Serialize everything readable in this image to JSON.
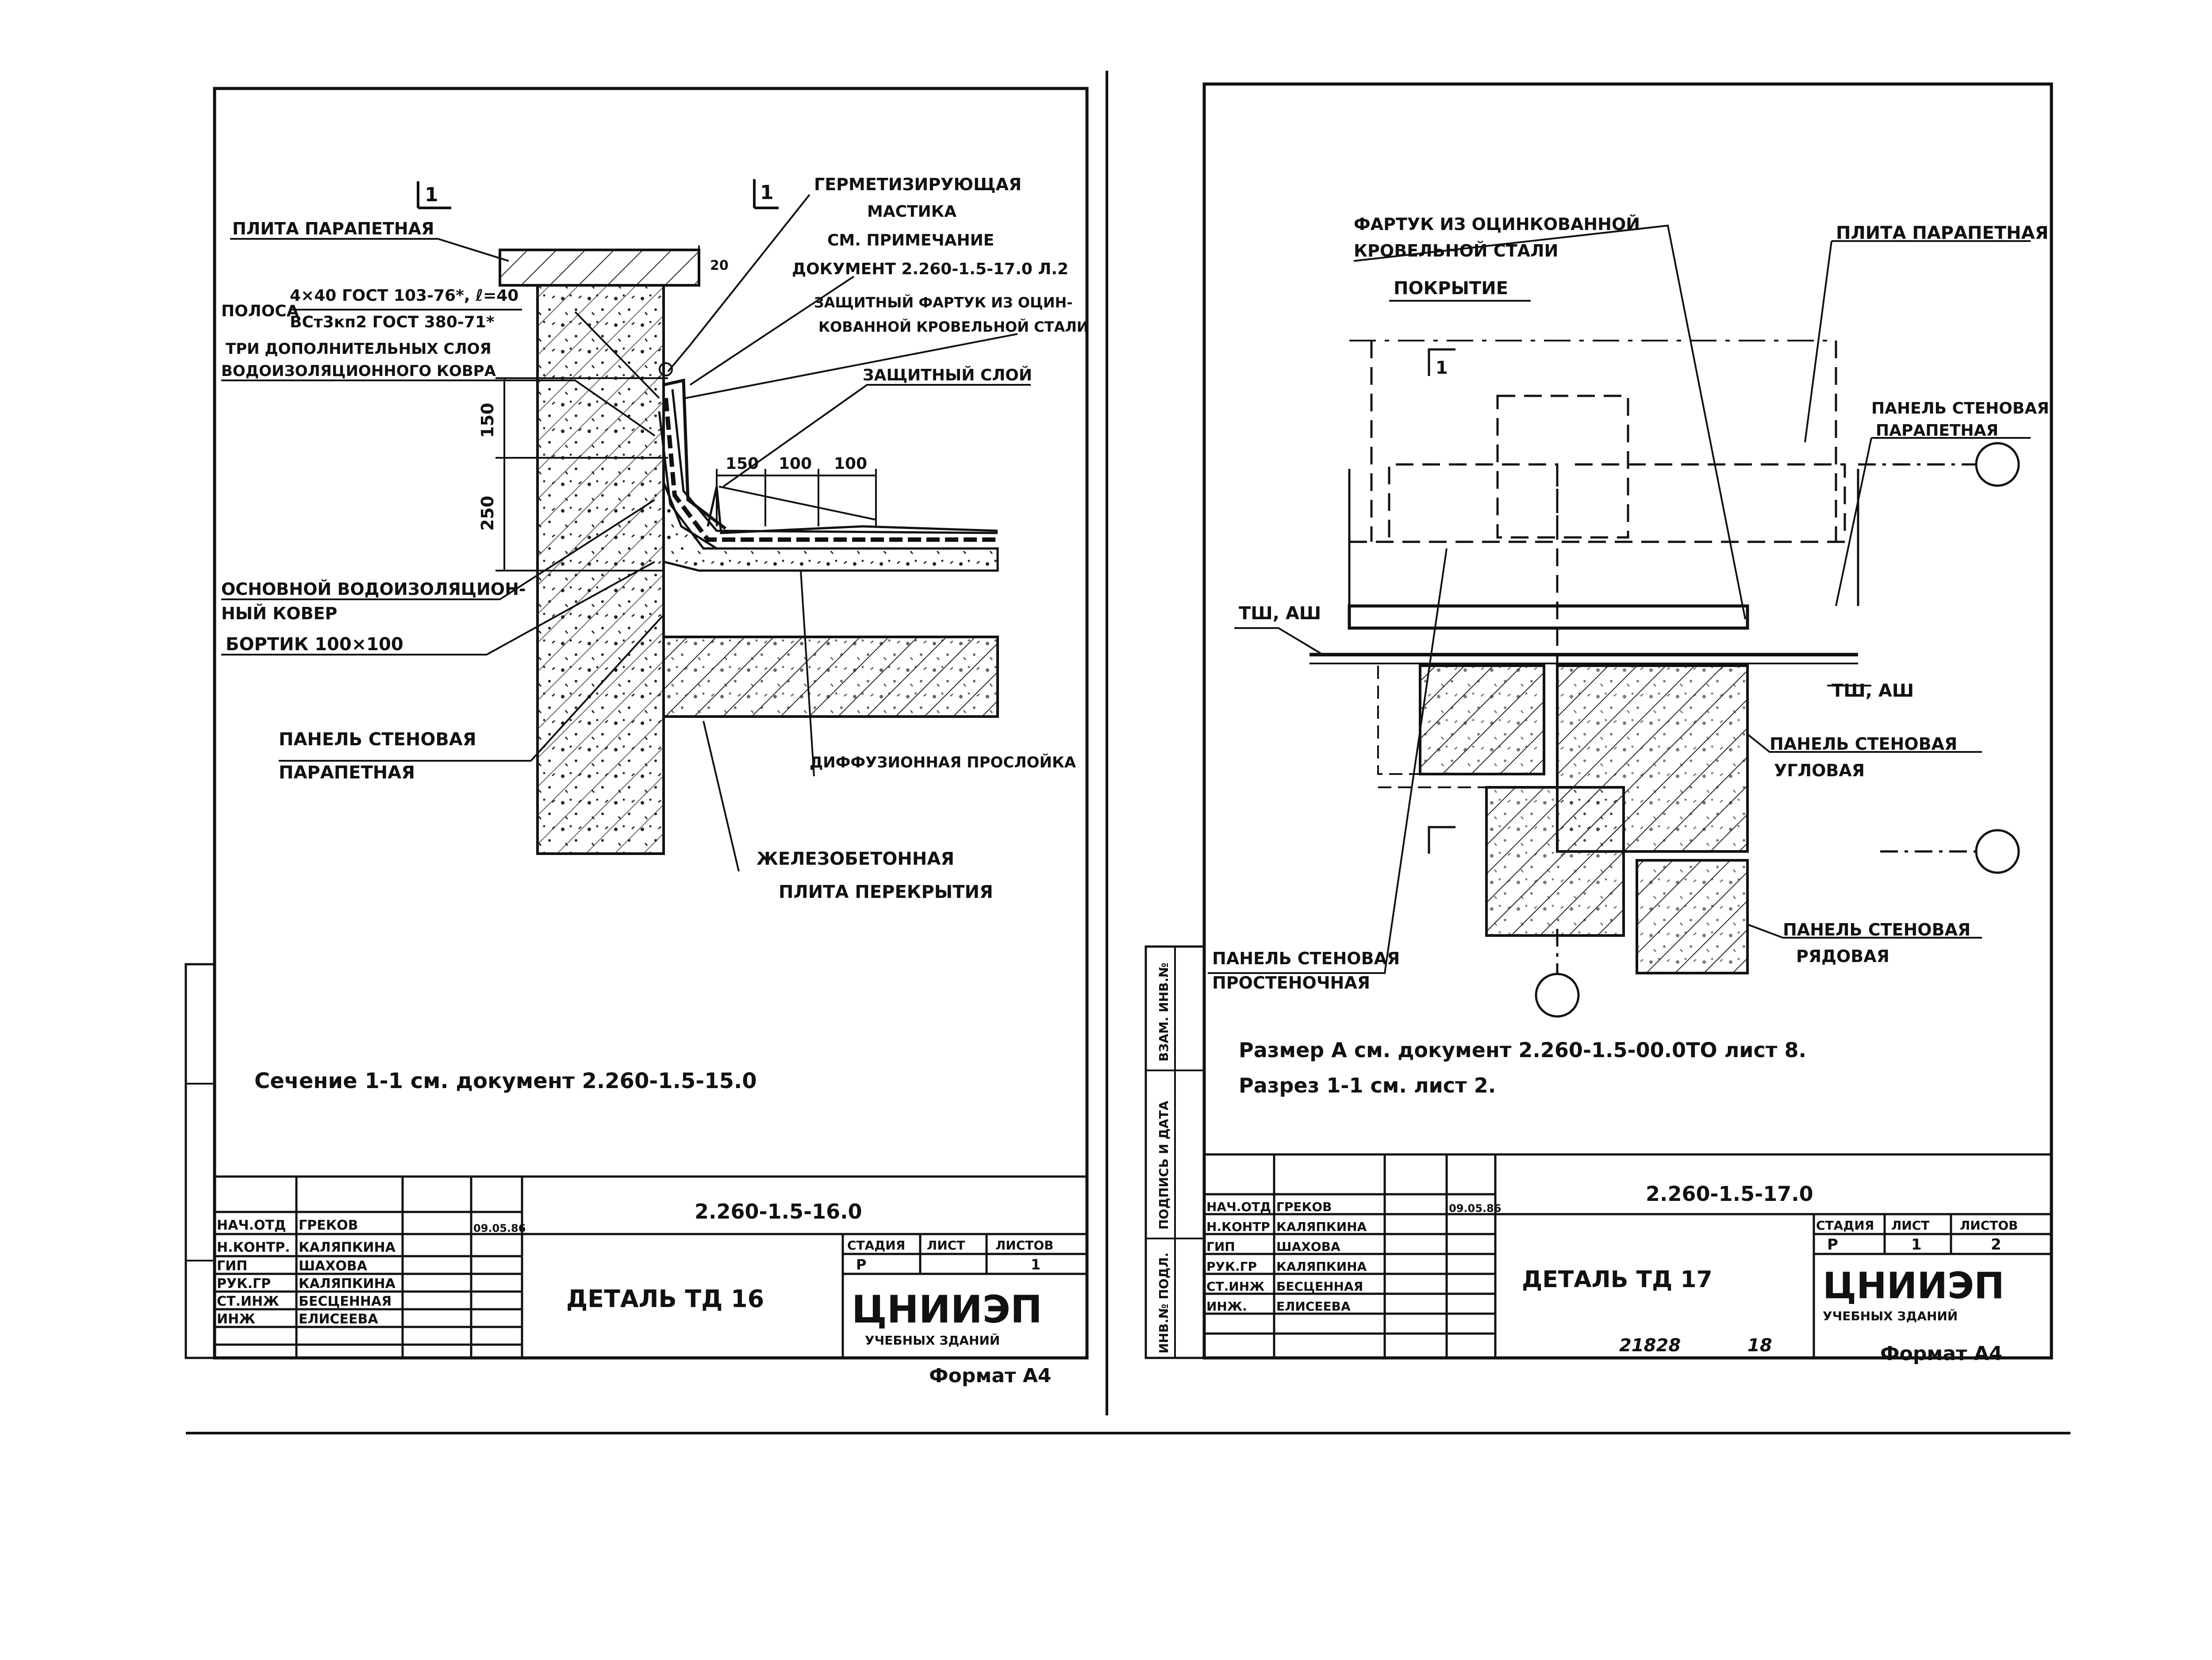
{
  "sheet_left": {
    "section_marks": [
      "1",
      "1"
    ],
    "labels": {
      "parapet_slab": "ПЛИТА ПАРАПЕТНАЯ",
      "strip_1": "ПОЛОСА",
      "strip_2": "4×40 ГОСТ 103-76*, ℓ=40",
      "strip_3": "ВСт3кп2 ГОСТ 380-71*",
      "three_layers_1": "ТРИ ДОПОЛНИТЕЛЬНЫХ СЛОЯ",
      "three_layers_2": "ВОДОИЗОЛЯЦИОННОГО КОВРА",
      "sealing_1": "ГЕРМЕТИЗИРУЮЩАЯ",
      "sealing_2": "МАСТИКА",
      "sealing_3": "СМ. ПРИМЕЧАНИЕ",
      "sealing_4": "ДОКУМЕНТ 2.260-1.5-17.0 Л.2",
      "apron_1": "ЗАЩИТНЫЙ ФАРТУК ИЗ ОЦИН-",
      "apron_2": "КОВАННОЙ КРОВЕЛЬНОЙ СТАЛИ",
      "protective_layer": "ЗАЩИТНЫЙ СЛОЙ",
      "main_carpet_1": "ОСНОВНОЙ ВОДОИЗОЛЯЦИОН-",
      "main_carpet_2": "НЫЙ КОВЕР",
      "curb": "БОРТИК 100×100",
      "wall_panel_1": "ПАНЕЛЬ СТЕНОВАЯ",
      "wall_panel_2": "ПАРАПЕТНАЯ",
      "diffusion": "ДИФФУЗИОННАЯ ПРОСЛОЙКА",
      "rc_slab_1": "ЖЕЛЕЗОБЕТОННАЯ",
      "rc_slab_2": "ПЛИТА ПЕРЕКРЫТИЯ"
    },
    "dims": [
      "20",
      "150",
      "250",
      "150",
      "100",
      "100"
    ],
    "note": "Сечение 1-1 см. документ 2.260-1.5-15.0",
    "title_block": {
      "code": "2.260-1.5-16.0",
      "title": "ДЕТАЛЬ ТД 16",
      "stage_h": "СТАДИЯ",
      "sheet_h": "ЛИСТ",
      "sheets_h": "ЛИСТОВ",
      "stage": "Р",
      "sheet": "",
      "sheets": "1",
      "org": "ЦНИИЭП",
      "org_sub": "УЧЕБНЫХ ЗДАНИЙ",
      "date": "09.05.86",
      "people": [
        {
          "role": "НАЧ.ОТД",
          "name": "ГРЕКОВ"
        },
        {
          "role": "Н.КОНТР.",
          "name": "КАЛЯПКИНА"
        },
        {
          "role": "ГИП",
          "name": "ШАХОВА"
        },
        {
          "role": "РУК.ГР",
          "name": "КАЛЯПКИНА"
        },
        {
          "role": "СТ.ИНЖ",
          "name": "БЕСЦЕННАЯ"
        },
        {
          "role": "ИНЖ",
          "name": "ЕЛИСЕЕВА"
        }
      ]
    },
    "format": "Формат А4"
  },
  "sheet_right": {
    "labels": {
      "apron_1": "ФАРТУК ИЗ ОЦИНКОВАННОЙ",
      "apron_2": "КРОВЕЛЬНОЙ СТАЛИ",
      "roofing": "ПОКРЫТИЕ",
      "parapet_slab": "ПЛИТА ПАРАПЕТНАЯ",
      "mark_1": "1",
      "panel_parapet_1": "ПАНЕЛЬ СТЕНОВАЯ",
      "panel_parapet_2": "ПАРАПЕТНАЯ",
      "tsh_ash_left": "ТШ, АШ",
      "tsh_ash_right": "ТШ, АШ",
      "panel_corner_1": "ПАНЕЛЬ СТЕНОВАЯ",
      "panel_corner_2": "УГЛОВАЯ",
      "panel_row_1": "ПАНЕЛЬ СТЕНОВАЯ",
      "panel_row_2": "РЯДОВАЯ",
      "panel_pier_1": "ПАНЕЛЬ СТЕНОВАЯ",
      "panel_pier_2": "ПРОСТЕНОЧНАЯ"
    },
    "note_1": "Размер А см. документ 2.260-1.5-00.0ТО лист 8.",
    "note_2": "Разрез 1-1 см. лист 2.",
    "side_stamp": [
      "ИНВ.№ ПОДЛ.",
      "ПОДПИСЬ И ДАТА",
      "ВЗАМ. ИНВ.№"
    ],
    "title_block": {
      "code": "2.260-1.5-17.0",
      "title": "ДЕТАЛЬ ТД 17",
      "stage_h": "СТАДИЯ",
      "sheet_h": "ЛИСТ",
      "sheets_h": "ЛИСТОВ",
      "stage": "Р",
      "sheet": "1",
      "sheets": "2",
      "org": "ЦНИИЭП",
      "org_sub": "УЧЕБНЫХ ЗДАНИЙ",
      "date": "09.05.86",
      "people": [
        {
          "role": "НАЧ.ОТД",
          "name": "ГРЕКОВ"
        },
        {
          "role": "Н.КОНТР",
          "name": "КАЛЯПКИНА"
        },
        {
          "role": "ГИП",
          "name": "ШАХОВА"
        },
        {
          "role": "РУК.ГР",
          "name": "КАЛЯПКИНА"
        },
        {
          "role": "СТ.ИНЖ",
          "name": "БЕСЦЕННАЯ"
        },
        {
          "role": "ИНЖ.",
          "name": "ЕЛИСЕЕВА"
        }
      ]
    },
    "footer_nums": [
      "21828",
      "18"
    ],
    "format": "Формат А4"
  }
}
